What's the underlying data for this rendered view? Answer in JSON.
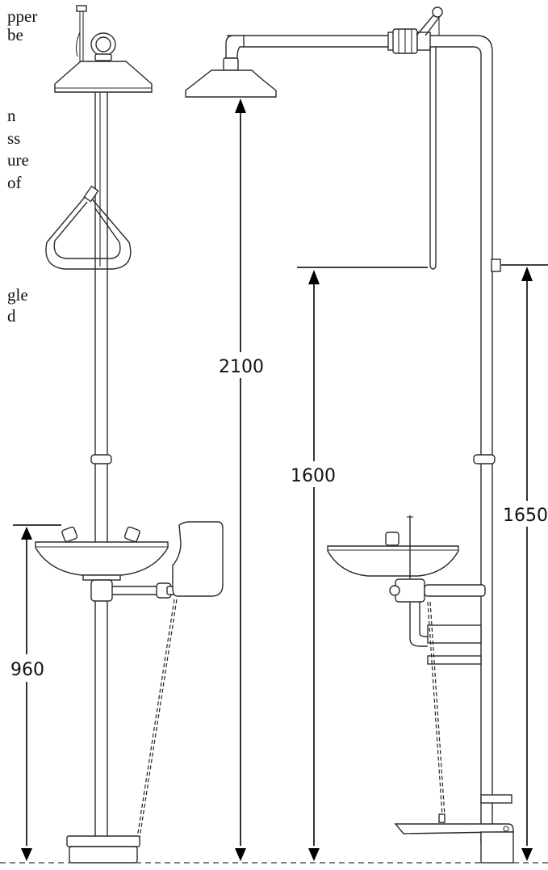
{
  "text_fragments": [
    "pper",
    "be",
    "n",
    "ss",
    "ure",
    "of",
    "gle",
    "d"
  ],
  "dimensions": {
    "washbasin_height": "960",
    "showerhead_height": "2100",
    "pull_handle_height": "1600",
    "overall_column_height": "1650"
  },
  "colors": {
    "line": "#2a2a2a",
    "dimension": "#000000",
    "background": "#ffffff"
  }
}
